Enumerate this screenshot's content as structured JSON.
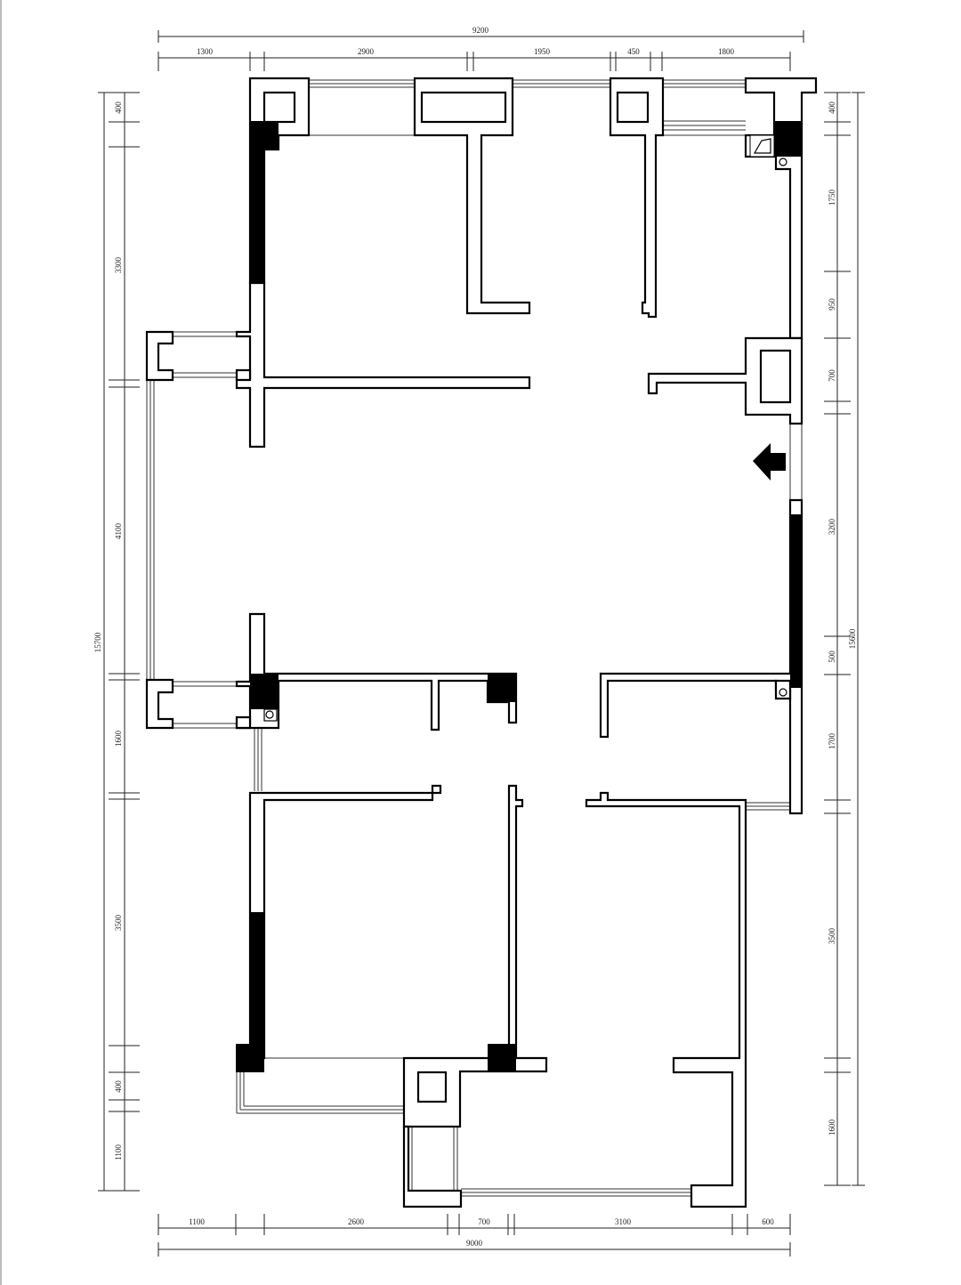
{
  "plan": {
    "top_total": "9200",
    "top_segments": [
      "1300",
      "2900",
      "1950",
      "450",
      "1800"
    ],
    "bottom_total": "9000",
    "bottom_segments": [
      "1100",
      "2600",
      "700",
      "3100",
      "600"
    ],
    "left_total": "15700",
    "left_segments": [
      "400",
      "3300",
      "4100",
      "1600",
      "3500",
      "400",
      "1100"
    ],
    "right_total": "15600",
    "right_segments": [
      "400",
      "1750",
      "950",
      "700",
      "3200",
      "500",
      "1700",
      "3500",
      "1600"
    ]
  },
  "colors": {
    "wall": "#000000",
    "column": "#000000",
    "background": "#ffffff"
  },
  "icons": {
    "entrance": "entrance-arrow-icon"
  }
}
